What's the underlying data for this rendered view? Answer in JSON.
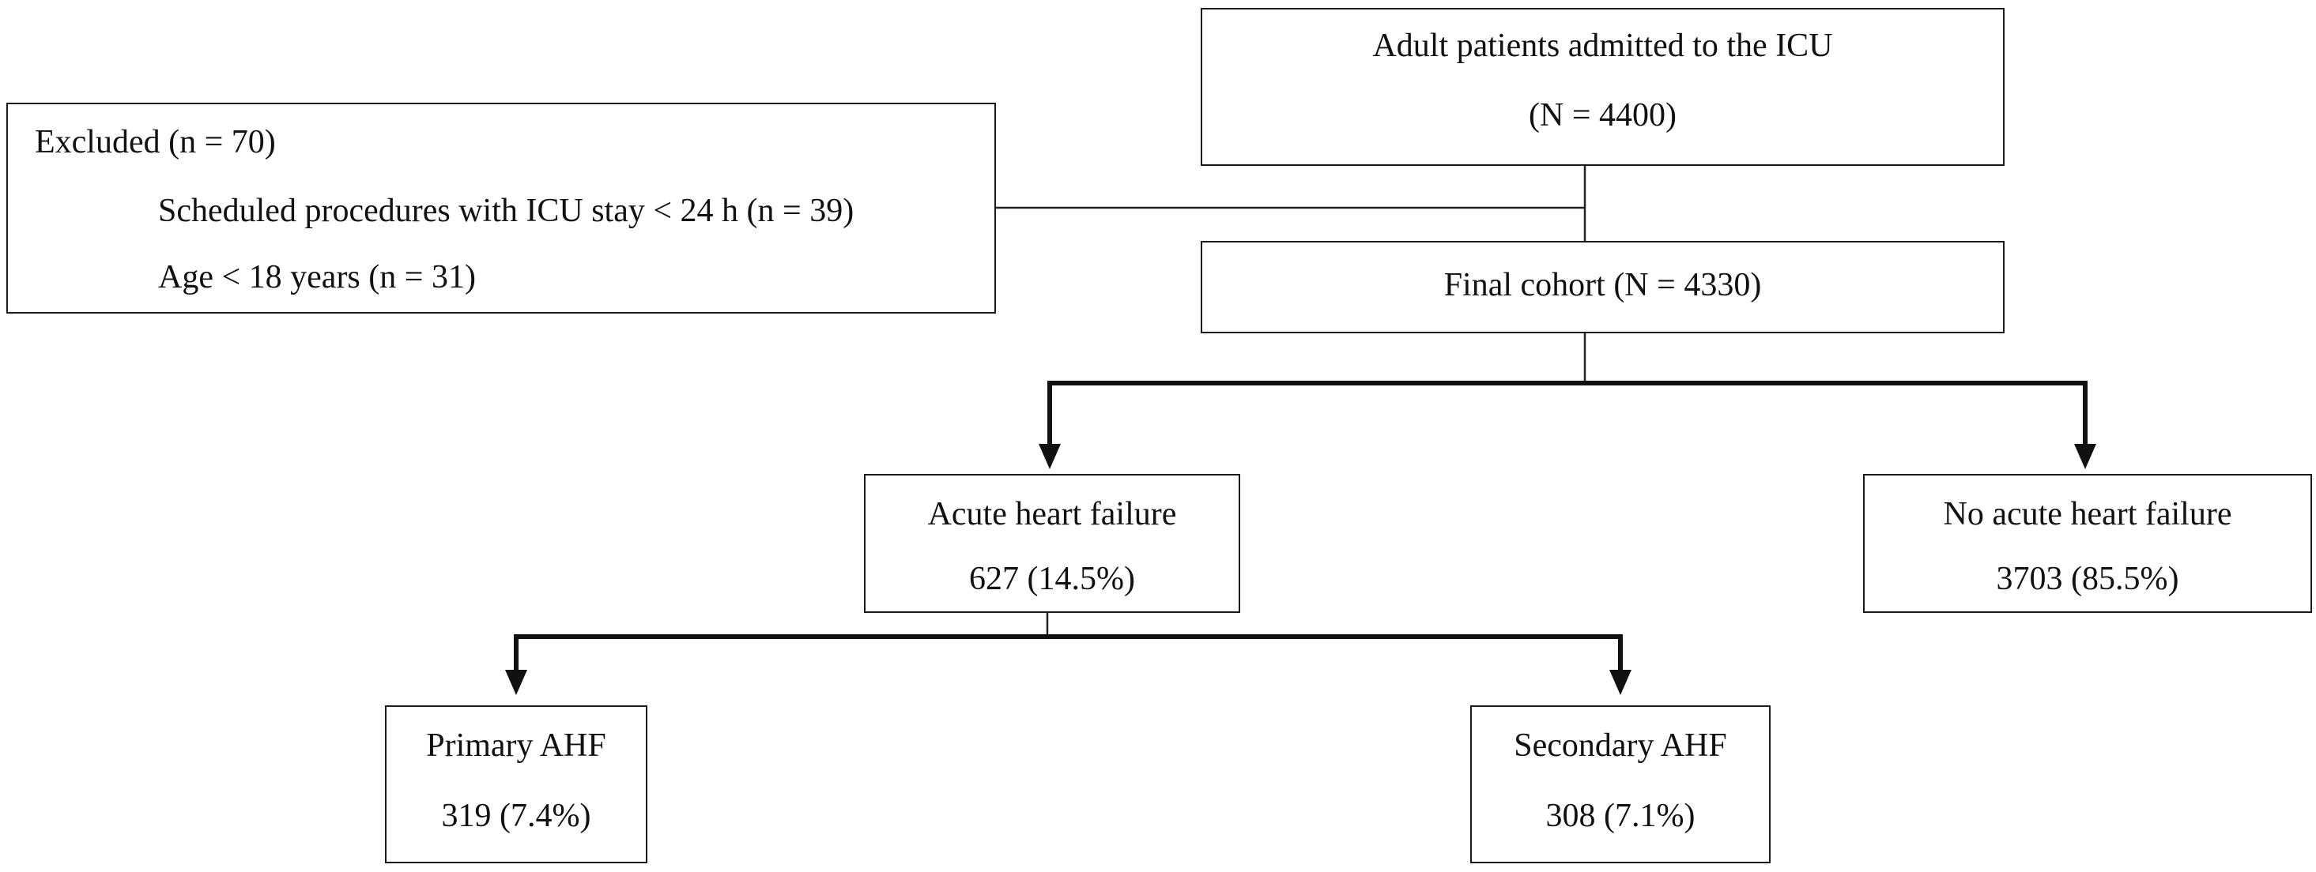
{
  "diagram": {
    "admitted": {
      "title": "Adult patients admitted to the ICU",
      "count": "(N = 4400)"
    },
    "excluded": {
      "title": "Excluded (n = 70)",
      "reasons": [
        "Scheduled procedures with ICU stay < 24 h (n = 39)",
        "Age < 18 years (n = 31)"
      ]
    },
    "final_cohort": {
      "label": "Final cohort (N = 4330)"
    },
    "ahf": {
      "title": "Acute heart failure",
      "count": "627 (14.5%)"
    },
    "no_ahf": {
      "title": "No acute heart failure",
      "count": "3703 (85.5%)"
    },
    "primary_ahf": {
      "title": "Primary AHF",
      "count": "319 (7.4%)"
    },
    "secondary_ahf": {
      "title": "Secondary AHF",
      "count": "308 (7.1%)"
    }
  }
}
